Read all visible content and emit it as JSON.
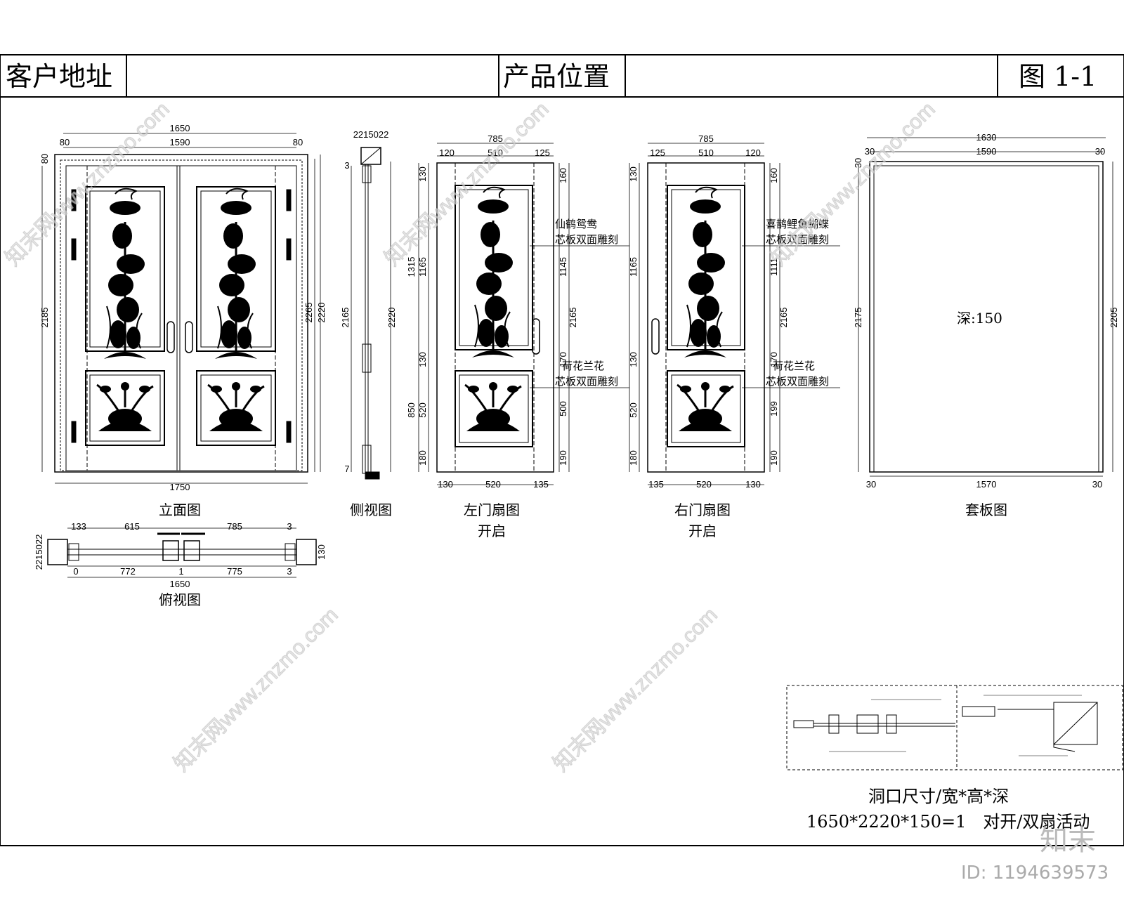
{
  "header": {
    "client_address_label": "客户地址",
    "product_position_label": "产品位置",
    "figure_label": "图 1-1"
  },
  "views": {
    "elevation": "立面图",
    "side": "侧视图",
    "left_leaf": "左门扇图",
    "left_leaf_sub": "开启",
    "right_leaf": "右门扇图",
    "right_leaf_sub": "开启",
    "casing": "套板图",
    "top": "俯视图"
  },
  "notes": {
    "left_upper_1": "仙鹤鸳鸯",
    "left_upper_2": "芯板双面雕刻",
    "left_lower_1": "荷花兰花",
    "left_lower_2": "芯板双面雕刻",
    "right_upper_1": "喜鹊鲤鱼蝴蝶",
    "right_upper_2": "芯板双面雕刻",
    "right_lower_1": "荷花兰花",
    "right_lower_2": "芯板双面雕刻",
    "casing_depth": "深:150"
  },
  "dims": {
    "elev_total_w": "1650",
    "elev_side_l": "80",
    "elev_inner_w": "1590",
    "elev_side_r": "80",
    "elev_top": "80",
    "elev_left_h": "2185",
    "elev_right_h1": "2265",
    "elev_right_h2": "2220",
    "elev_bottom_w": "1750",
    "side_top": "2215022",
    "side_3": "3",
    "side_h1": "2165",
    "side_h2": "2220",
    "side_7": "7",
    "ll_w": "785",
    "ll_a": "120",
    "ll_b": "510",
    "ll_c": "125",
    "ll_l1": "130",
    "ll_l2": "1315",
    "ll_l3": "1165",
    "ll_l4": "130",
    "ll_l5": "850",
    "ll_l6": "520",
    "ll_l7": "180",
    "ll_r1": "160",
    "ll_r2": "1145",
    "ll_r3": "2165",
    "ll_r4": "170",
    "ll_r5": "500",
    "ll_r6": "190",
    "ll_b1": "130",
    "ll_b2": "520",
    "ll_b3": "135",
    "rl_w": "785",
    "rl_a": "125",
    "rl_b": "510",
    "rl_c": "120",
    "rl_l1": "130",
    "rl_l2": "1165",
    "rl_l3": "130",
    "rl_l4": "520",
    "rl_l5": "180",
    "rl_r1": "160",
    "rl_r2": "1111",
    "rl_r3": "2165",
    "rl_r4": "170",
    "rl_r5": "199",
    "rl_r6": "190",
    "rl_b1": "135",
    "rl_b2": "520",
    "rl_b3": "130",
    "cs_w": "1630",
    "cs_a": "30",
    "cs_b": "1590",
    "cs_c": "30",
    "cs_top": "30",
    "cs_l": "2175",
    "cs_r": "2205",
    "cs_b1": "30",
    "cs_b2": "1570",
    "cs_b3": "30",
    "tv_a": "133",
    "tv_b": "615",
    "tv_c": "785",
    "tv_d": "3",
    "tv_e": "0",
    "tv_f": "772",
    "tv_g": "1",
    "tv_h": "775",
    "tv_i": "3",
    "tv_total": "1650",
    "tv_left": "2215022",
    "tv_right": "130"
  },
  "footer": {
    "line1": "洞口尺寸/宽*高*深",
    "line2": "1650*2220*150=1　对开/双扇活动"
  },
  "watermark": {
    "site": "知末网www.znzmo.com",
    "brand": "知末",
    "id": "ID: 1194639573"
  }
}
